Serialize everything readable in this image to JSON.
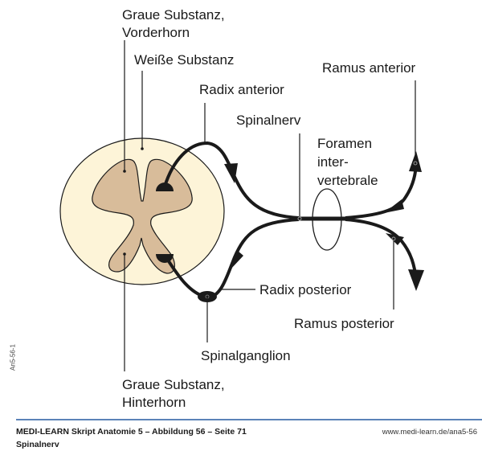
{
  "figure": {
    "title": "Spinalnerv",
    "labels": {
      "graue_vorderhorn_1": "Graue Substanz,",
      "graue_vorderhorn_2": "Vorderhorn",
      "weisse_substanz": "Weiße Substanz",
      "radix_anterior": "Radix anterior",
      "spinalnerv": "Spinalnerv",
      "foramen_1": "Foramen",
      "foramen_2": "inter-",
      "foramen_3": "vertebrale",
      "ramus_anterior": "Ramus anterior",
      "radix_posterior": "Radix posterior",
      "ramus_posterior": "Ramus posterior",
      "spinalganglion": "Spinalganglion",
      "graue_hinterhorn_1": "Graue Substanz,",
      "graue_hinterhorn_2": "Hinterhorn"
    },
    "colors": {
      "white_matter": "#fdf4d8",
      "gray_matter": "#d8bc9a",
      "nerve": "#1a1a1a",
      "rule": "#5b83b8"
    }
  },
  "footer": {
    "source": "MEDI-LEARN Skript Anatomie 5 – Abbildung 56 – Seite 71",
    "caption": "Spinalnerv",
    "url": "www.medi-learn.de/ana5-56",
    "figure_id": "An5-56-1"
  }
}
